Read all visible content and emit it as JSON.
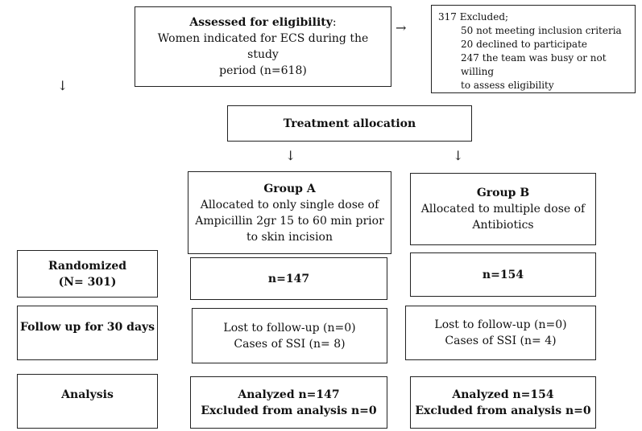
{
  "eligibility": {
    "title": "Assessed for eligibility",
    "title_suffix": ":",
    "line1": "Women indicated for ECS during the study",
    "line2": "period (n=618)"
  },
  "excluded": {
    "title": "317 Excluded;",
    "items": [
      "50 not meeting inclusion  criteria",
      "20 declined to participate",
      "247 the team was busy or not willing",
      "to assess eligibility"
    ]
  },
  "allocation": {
    "title": "Treatment allocation"
  },
  "group_a": {
    "title": "Group A",
    "lines": [
      "Allocated to only single dose of",
      "Ampicillin 2gr 15 to 60 min prior",
      "to skin incision"
    ]
  },
  "group_b": {
    "title": "Group B",
    "lines": [
      "Allocated to multiple dose of",
      "Antibiotics"
    ]
  },
  "randomized": {
    "line1": "Randomized",
    "line2": "(N= 301)"
  },
  "n_a": "n=147",
  "n_b": "n=154",
  "followup": {
    "label": "Follow up for 30 days",
    "a": {
      "lost": "Lost to follow-up (n=0)",
      "ssi": "Cases of SSI (n= 8)"
    },
    "b": {
      "lost": "Lost to follow-up (n=0)",
      "ssi": "Cases of SSI (n= 4)"
    }
  },
  "analysis": {
    "label": "Analysis",
    "a": {
      "analyzed": "Analyzed n=147",
      "excluded": "Excluded from analysis n=0"
    },
    "b": {
      "analyzed": "Analyzed n=154",
      "excluded": "Excluded from analysis n=0"
    }
  },
  "arrows": {
    "right": "→",
    "down": "↓"
  }
}
